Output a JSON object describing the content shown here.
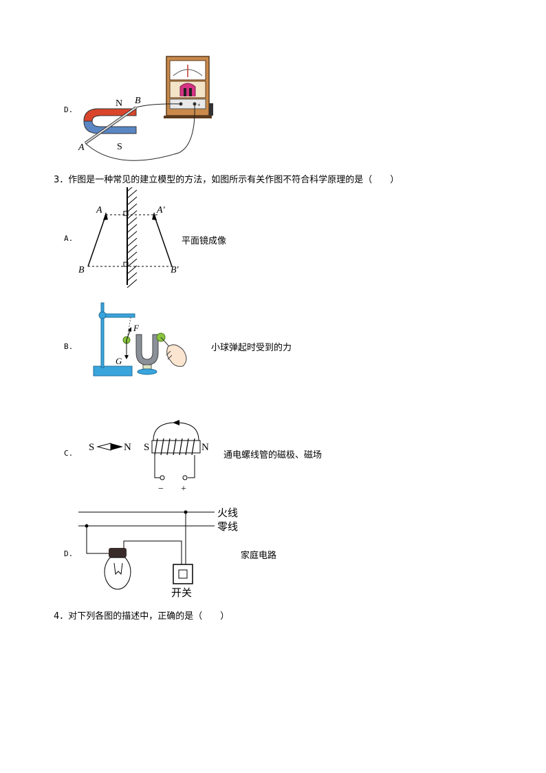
{
  "colors": {
    "magnet_red": "#d9452b",
    "magnet_blue": "#5a86c4",
    "stand_blue": "#3aa4dc",
    "ball_green": "#8cc63f",
    "meter_wood": "#c98a4b",
    "magnet_gray": "#8a8f98"
  },
  "prev_question": {
    "option_d": {
      "label": "D.",
      "magnet_n": "N",
      "magnet_s": "S",
      "rod_a": "A",
      "rod_b": "B"
    }
  },
  "question3": {
    "stem": "3．作图是一种常见的建立模型的方法，如图所示有关作图不符合科学原理的是（　　）",
    "options": [
      {
        "label": "A.",
        "caption": "平面镜成像",
        "figure": {
          "a": "A",
          "a_prime": "A′",
          "b": "B",
          "b_prime": "B′",
          "icon": "plane-mirror-diagram"
        }
      },
      {
        "label": "B.",
        "caption": "小球弹起时受到的力",
        "figure": {
          "f": "F",
          "g": "G",
          "icon": "ball-force-diagram"
        }
      },
      {
        "label": "C.",
        "caption": "通电螺线管的磁极、磁场",
        "figure": {
          "needle_s": "S",
          "needle_n": "N",
          "coil_s": "S",
          "coil_n": "N",
          "minus": "−",
          "plus": "+",
          "icon": "solenoid-diagram"
        }
      },
      {
        "label": "D.",
        "caption": "家庭电路",
        "figure": {
          "live_wire": "火线",
          "neutral_wire": "零线",
          "switch": "开关",
          "icon": "household-circuit-diagram"
        }
      }
    ]
  },
  "question4": {
    "stem": "4．对下列各图的描述中，正确的是（　　）"
  }
}
